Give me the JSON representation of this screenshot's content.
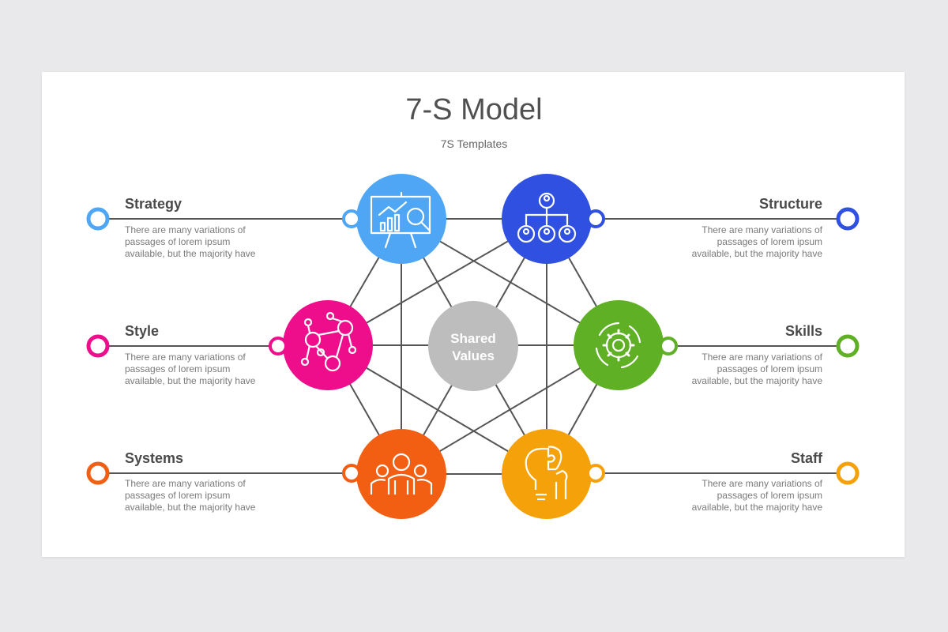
{
  "header": {
    "title": "7-S Model",
    "subtitle": "7S Templates"
  },
  "center": {
    "line1": "Shared",
    "line2": "Values",
    "color": "#bdbdbd"
  },
  "items": [
    {
      "key": "strategy",
      "title": "Strategy",
      "color": "#4ea6f5",
      "icon": "presentation-analytics-icon",
      "desc": [
        "There are many variations of",
        "passages of lorem ipsum",
        "available, but the majority have"
      ]
    },
    {
      "key": "structure",
      "title": "Structure",
      "color": "#2f50e0",
      "icon": "org-chart-icon",
      "desc": [
        "There are many variations of",
        "passages of lorem ipsum",
        "available, but the majority have"
      ]
    },
    {
      "key": "style",
      "title": "Style",
      "color": "#ee0e8c",
      "icon": "network-people-icon",
      "desc": [
        "There are many variations of",
        "passages of lorem ipsum",
        "available, but the majority have"
      ]
    },
    {
      "key": "skills",
      "title": "Skills",
      "color": "#5fb025",
      "icon": "gear-cycle-icon",
      "desc": [
        "There are many variations of",
        "passages of lorem ipsum",
        "available, but the majority have"
      ]
    },
    {
      "key": "systems",
      "title": "Systems",
      "color": "#f25e12",
      "icon": "team-icon",
      "desc": [
        "There are many variations of",
        "passages of lorem ipsum",
        "available, but the majority have"
      ]
    },
    {
      "key": "staff",
      "title": "Staff",
      "color": "#f5a20a",
      "icon": "idea-puzzle-icon",
      "desc": [
        "There are many variations of",
        "passages of lorem ipsum",
        "available, but the majority have"
      ]
    }
  ]
}
